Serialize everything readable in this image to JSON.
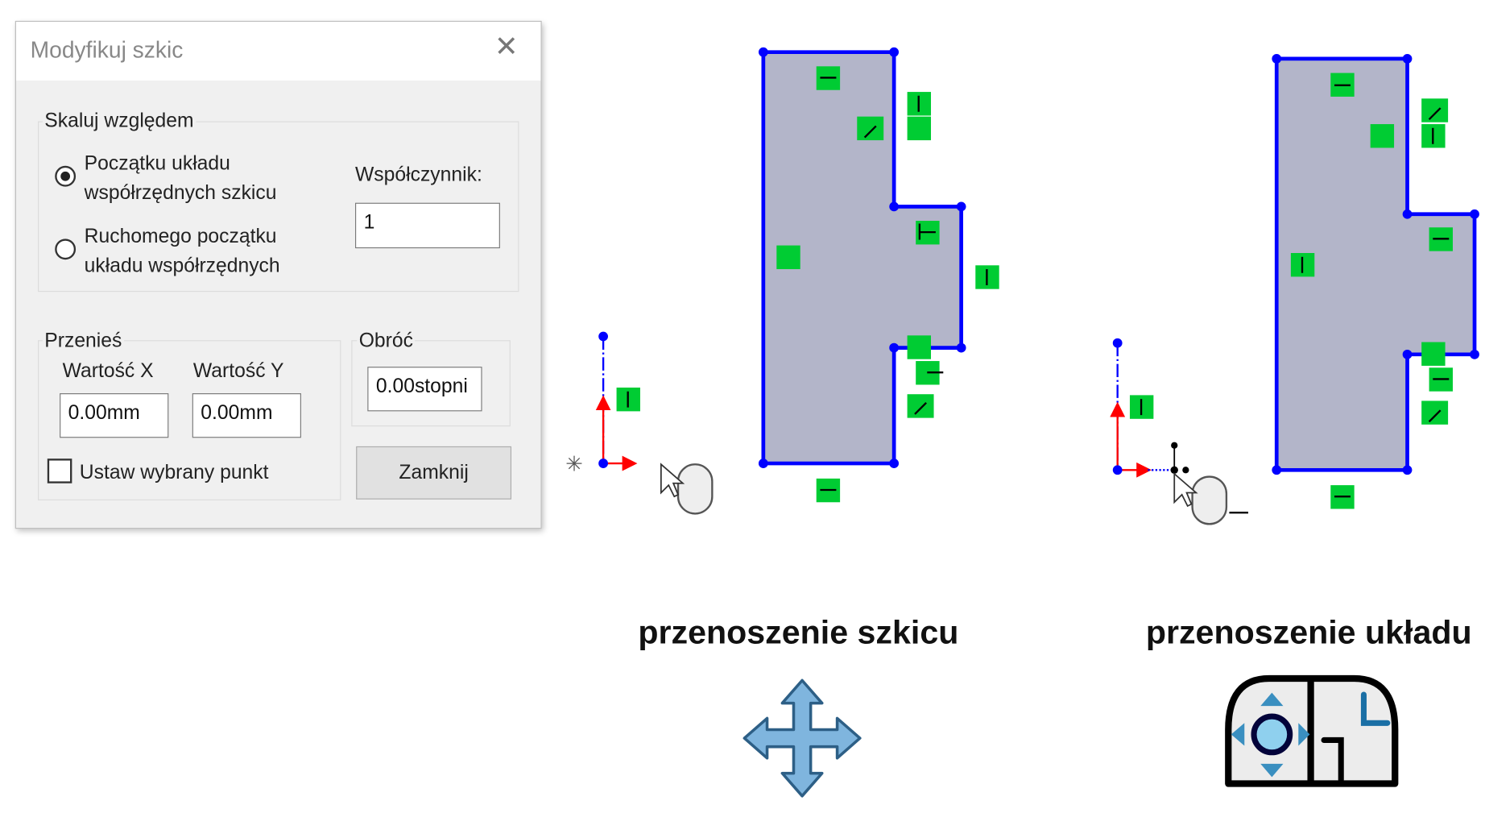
{
  "dialog": {
    "title": "Modyfikuj szkic",
    "close_icon": "close-icon",
    "scale_group": {
      "label": "Skaluj względem",
      "options": [
        {
          "line1": "Początku układu",
          "line2": "współrzędnych szkicu",
          "checked": true
        },
        {
          "line1": "Ruchomego początku",
          "line2": "układu współrzędnych",
          "checked": false
        }
      ],
      "factor_label": "Współczynnik:",
      "factor_value": "1"
    },
    "move_group": {
      "label": "Przenieś",
      "x_label": "Wartość X",
      "y_label": "Wartość Y",
      "x_value": "0.00mm",
      "y_value": "0.00mm",
      "checkbox_label": "Ustaw wybrany punkt",
      "checkbox_checked": false
    },
    "rotate_group": {
      "label": "Obróć",
      "value": "0.00stopni"
    },
    "close_button": "Zamknij"
  },
  "captions": {
    "left": "przenoszenie szkicu",
    "right": "przenoszenie układu"
  },
  "colors": {
    "sketch_line": "#0000ff",
    "sketch_fill": "#b3b5c9",
    "relation": "#00cc33",
    "axis_x": "#ff0000",
    "icon_blue": "#3a8fc0"
  },
  "icons": [
    "move-arrows-icon",
    "move-coordinate-system-icon",
    "mouse-move-icon",
    "mouse-coordinate-icon"
  ]
}
